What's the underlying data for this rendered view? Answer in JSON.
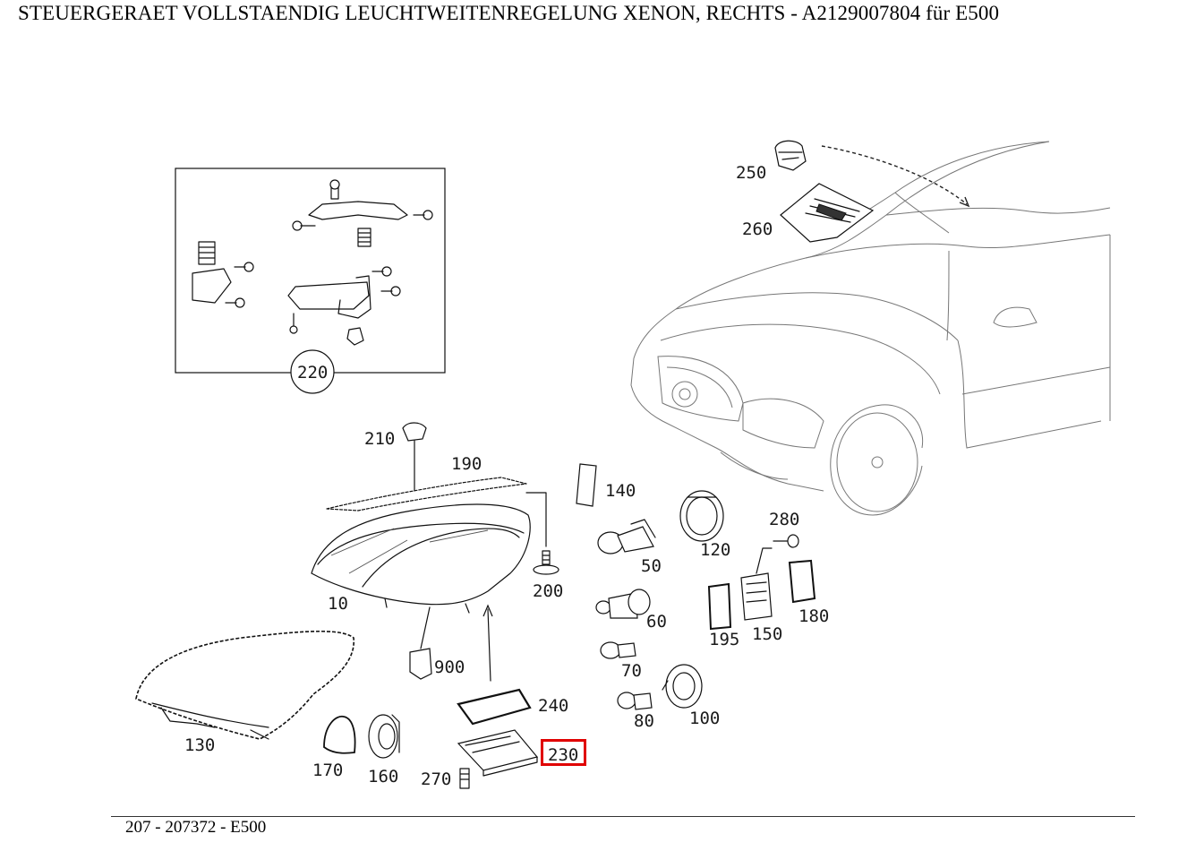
{
  "title": "STEUERGERAET VOLLSTAENDIG LEUCHTWEITENREGELUNG XENON, RECHTS - A2129007804 für E500",
  "footer": "207 - 207372 - E500",
  "highlight_color": "#e00000",
  "parts": {
    "p10": "10",
    "p50": "50",
    "p60": "60",
    "p70": "70",
    "p80": "80",
    "p100": "100",
    "p120": "120",
    "p130": "130",
    "p140": "140",
    "p150": "150",
    "p160": "160",
    "p170": "170",
    "p180": "180",
    "p190": "190",
    "p195": "195",
    "p200": "200",
    "p210": "210",
    "p220": "220",
    "p230": "230",
    "p240": "240",
    "p250": "250",
    "p260": "260",
    "p270": "270",
    "p280": "280",
    "p900": "900"
  },
  "highlighted_part": "230"
}
